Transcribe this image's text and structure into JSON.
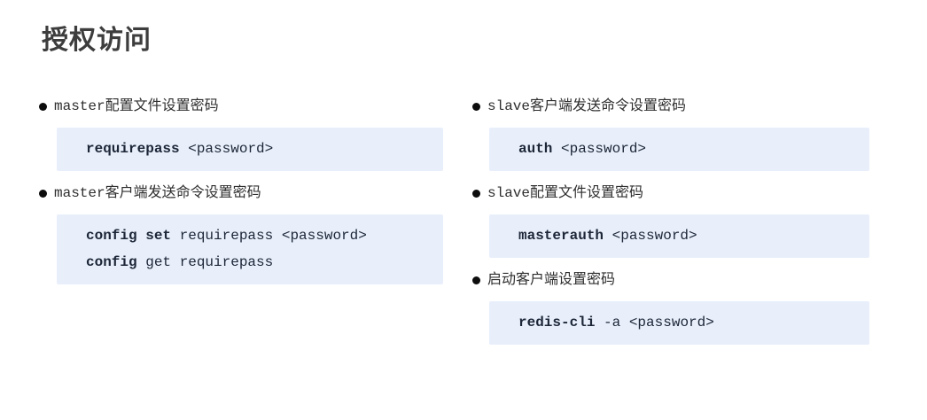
{
  "title": "授权访问",
  "colors": {
    "page_background": "#ffffff",
    "title_text": "#3d3d3d",
    "body_text": "#2e2e2e",
    "bullet_dot": "#0d0d0d",
    "code_background": "#e8effb",
    "code_text": "#1c2637"
  },
  "left": {
    "bullet1": {
      "mono": "master",
      "zh": "配置文件设置密码"
    },
    "code1": {
      "bold": "requirepass",
      "rest": " <password>"
    },
    "bullet2": {
      "mono": "master",
      "zh": "客户端发送命令设置密码"
    },
    "code2_line1": {
      "bold": "config set",
      "rest": " requirepass <password>"
    },
    "code2_line2": {
      "bold": "config",
      "rest": " get requirepass"
    }
  },
  "right": {
    "bullet1": {
      "mono": "slave",
      "zh": "客户端发送命令设置密码"
    },
    "code1": {
      "bold": "auth",
      "rest": " <password>"
    },
    "bullet2": {
      "mono": "slave",
      "zh": "配置文件设置密码"
    },
    "code2": {
      "bold": "masterauth",
      "rest": " <password>"
    },
    "bullet3": {
      "mono": "",
      "zh": "启动客户端设置密码"
    },
    "code3": {
      "bold": "redis-cli",
      "rest": " -a <password>"
    }
  }
}
